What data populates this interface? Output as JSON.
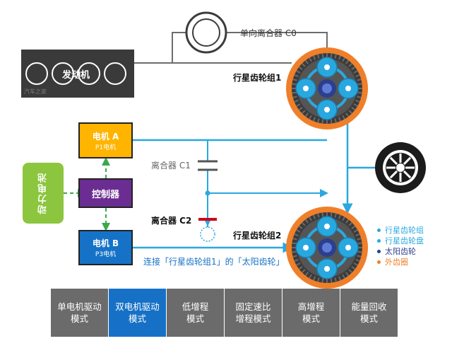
{
  "engine": {
    "label": "发动机",
    "watermark": "汽车之家"
  },
  "clutch_c0": {
    "label": "单向离合器 C0"
  },
  "planetary_set_1": {
    "label": "行星齿轮组1"
  },
  "planetary_set_2": {
    "label": "行星齿轮组2"
  },
  "motor_a": {
    "line1": "电机 A",
    "line2": "P1电机"
  },
  "motor_b": {
    "line1": "电机 B",
    "line2": "P3电机"
  },
  "controller": {
    "label": "控制器"
  },
  "battery": {
    "label": "动力电池"
  },
  "clutch_c1": {
    "label": "离合器 C1"
  },
  "clutch_c2": {
    "label": "离合器 C2"
  },
  "sun_link_note": "连接「行星齿轮组1」的「太阳齿轮」",
  "legend": [
    {
      "label": "行星齿轮组",
      "color": "#29a8e0"
    },
    {
      "label": "行星齿轮盘",
      "color": "#29a8e0"
    },
    {
      "label": "太阳齿轮",
      "color": "#2b3f8f"
    },
    {
      "label": "外齿圈",
      "color": "#f07f2a"
    }
  ],
  "modes": [
    {
      "line1": "单电机驱动",
      "line2": "模式",
      "active": false
    },
    {
      "line1": "双电机驱动",
      "line2": "模式",
      "active": true
    },
    {
      "line1": "低增程",
      "line2": "模式",
      "active": false
    },
    {
      "line1": "固定速比",
      "line2": "增程模式",
      "active": false
    },
    {
      "line1": "高增程",
      "line2": "模式",
      "active": false
    },
    {
      "line1": "能量回收",
      "line2": "模式",
      "active": false
    }
  ],
  "colors": {
    "shaft": "#2aa8df",
    "motor_fill": "#ffb400",
    "motor_b_fill": "#1672c6",
    "controller_fill": "#6b2d91",
    "battery_fill": "#8cc63f",
    "clutch_c2_mark": "#d0021b",
    "engine_fill": "#3a3a3a"
  }
}
